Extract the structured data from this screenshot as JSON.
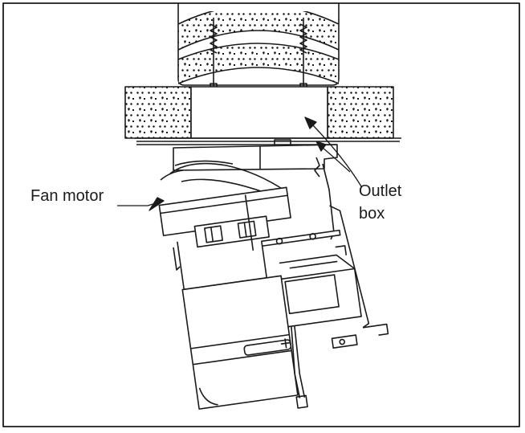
{
  "callouts": {
    "fan_motor": "Fan motor",
    "outlet_line1": "Outlet",
    "outlet_line2": "box"
  },
  "colors": {
    "line": "#1a1a1a",
    "background": "#ffffff"
  }
}
